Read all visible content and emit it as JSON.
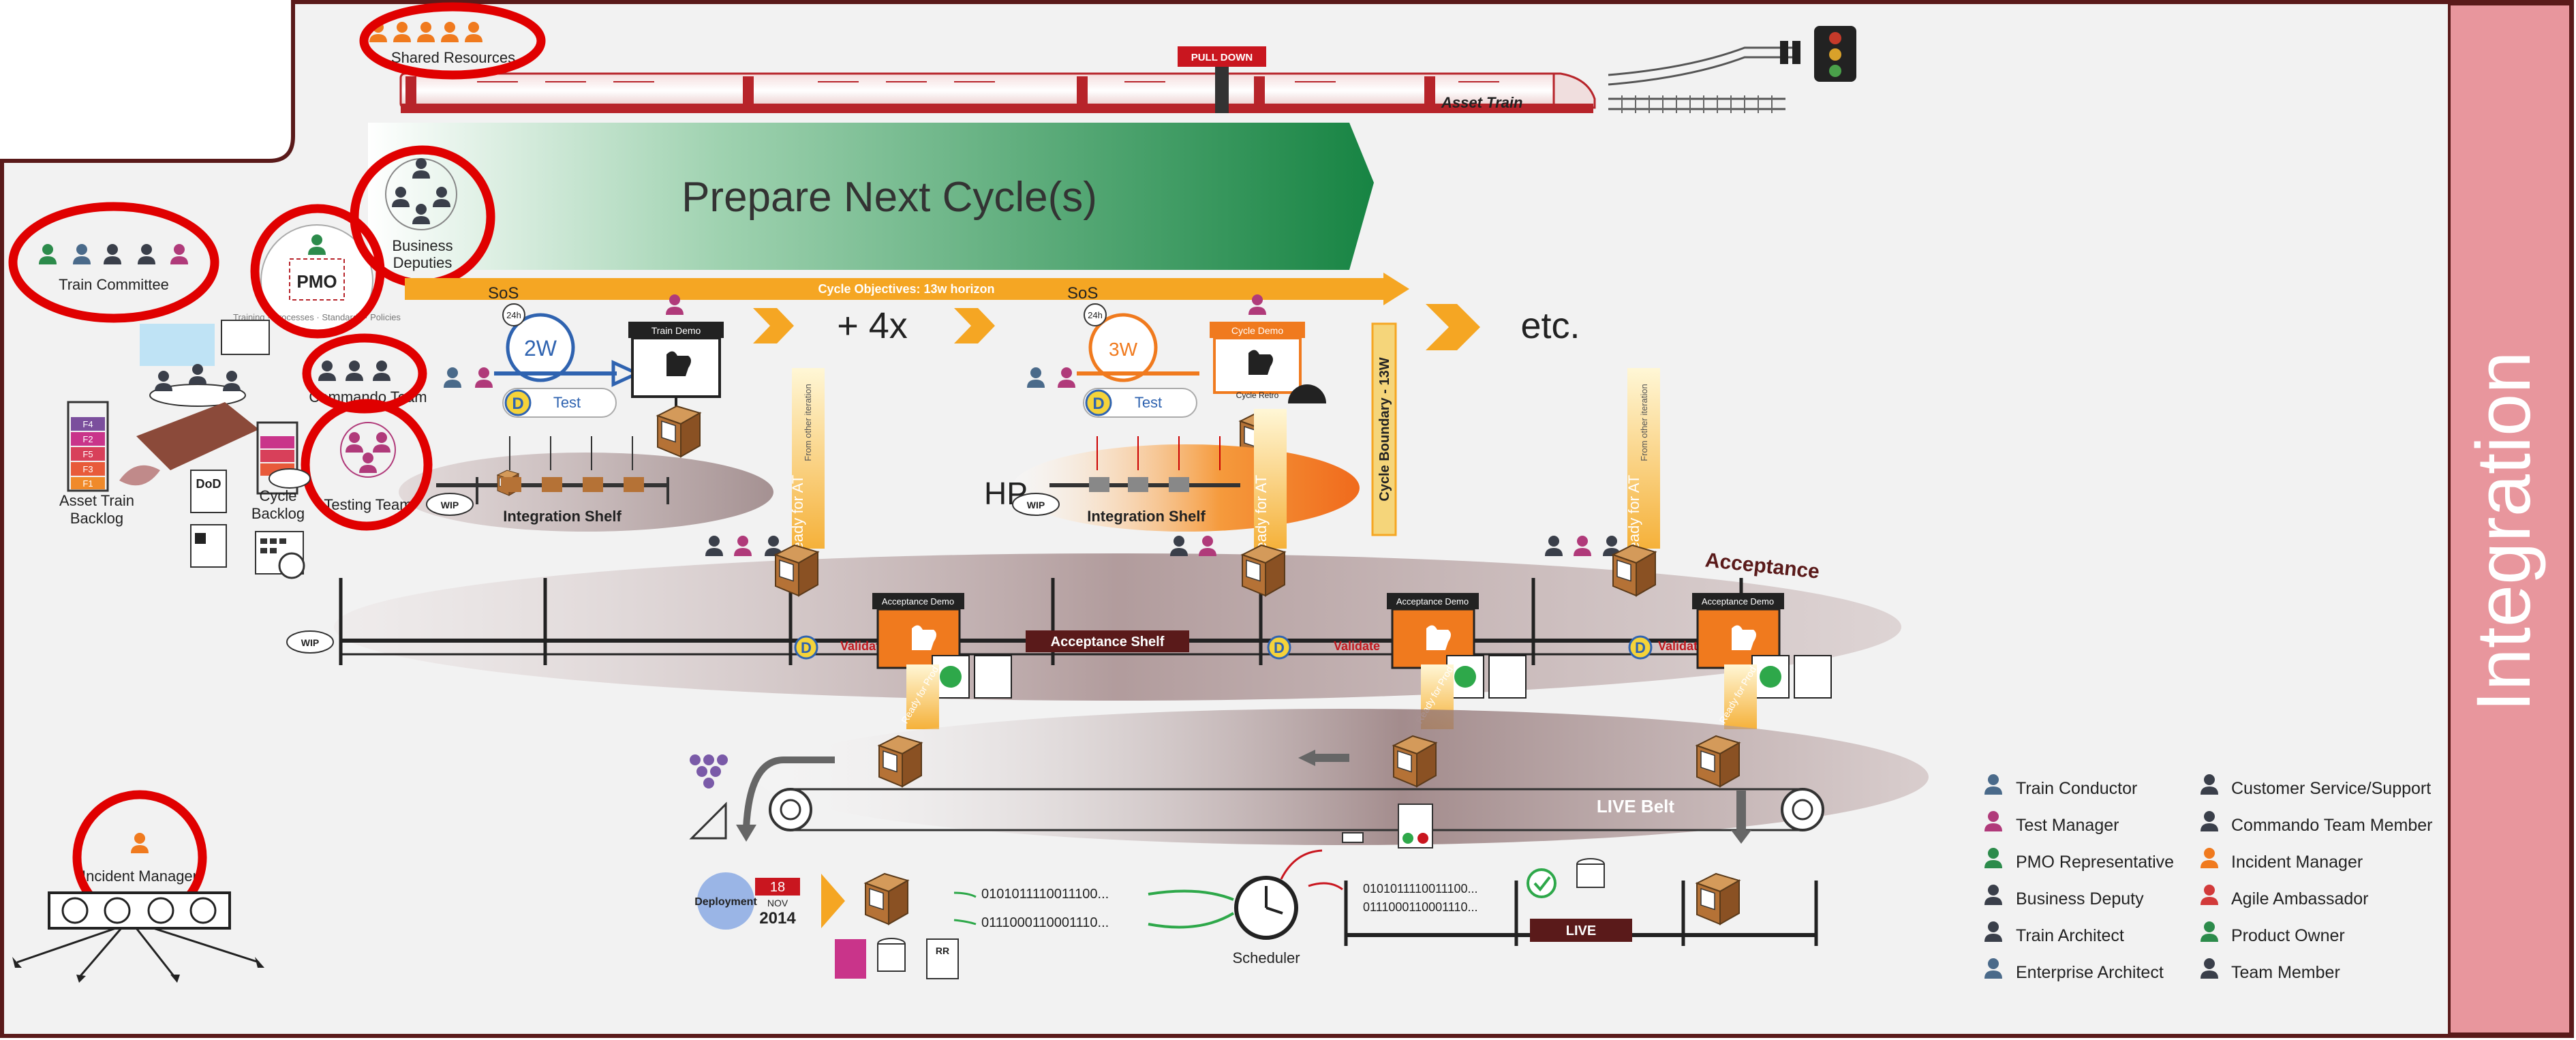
{
  "texts": {
    "shared_resources": "Shared Resources",
    "pull_down": "PULL DOWN",
    "asset_train": "Asset Train",
    "prepare_next_cycle": "Prepare Next Cycle(s)",
    "train_committee": "Train Committee",
    "pmo": "PMO",
    "pmo_ring": "Training · Processes · Standards · Policies",
    "business_deputies_1": "Business",
    "business_deputies_2": "Deputies",
    "cycle_objectives": "Cycle Objectives: 13w horizon",
    "sos": "SoS",
    "hours_24": "24h",
    "iter_2w": "2W",
    "iter_3w": "3W",
    "train_demo": "Train Demo",
    "cycle_demo": "Cycle Demo",
    "cycle_retro": "Cycle Retro",
    "plus_4x": "+ 4x",
    "etc": "etc.",
    "d": "D",
    "test": "Test",
    "commando_team": "Commando Team",
    "testing_team": "Testing Team",
    "asset_train_backlog_1": "Asset Train",
    "asset_train_backlog_2": "Backlog",
    "dod": "DoD",
    "cycle_backlog_1": "Cycle",
    "cycle_backlog_2": "Backlog",
    "wip": "WIP",
    "integration_shelf": "Integration Shelf",
    "hp": "HP",
    "from_other_iteration": "From other iteration",
    "ready_for_at": "Ready for AT",
    "cycle_boundary": "Cycle Boundary - 13W",
    "acceptance": "Acceptance",
    "acceptance_demo": "Acceptance Demo",
    "acceptance_shelf": "Acceptance Shelf",
    "validate": "Validate",
    "ready_for_prod": "Ready for Prod",
    "live_belt": "LIVE Belt",
    "incident_manager": "Incident Manager",
    "deployment": "Deployment",
    "date_day": "18",
    "date_month": "NOV",
    "date_year": "2014",
    "rr": "RR",
    "bits_1": "0101011110011100...",
    "bits_2": "0111000110001110...",
    "bits_3": "0101011110011100...",
    "bits_4": "0111000110001110...",
    "scheduler": "Scheduler",
    "live": "LIVE",
    "integration": "Integration",
    "f_labels": [
      "F4",
      "F2",
      "F5",
      "F3",
      "F1"
    ]
  },
  "legend": {
    "left": [
      "Train Conductor",
      "Test Manager",
      "PMO Representative",
      "Business Deputy",
      "Train Architect",
      "Enterprise Architect"
    ],
    "right": [
      "Customer Service/Support",
      "Commando Team Member",
      "Incident Manager",
      "Agile Ambassador",
      "Product Owner",
      "Team Member"
    ]
  },
  "colors": {
    "train_red": "#b7242a",
    "frame_maroon": "#5a1a1a",
    "side_pink": "#e89aa0",
    "highlight_red": "#e00000",
    "orange": "#f5a623",
    "green": "#1e8a4a",
    "blue": "#2f63b0"
  }
}
